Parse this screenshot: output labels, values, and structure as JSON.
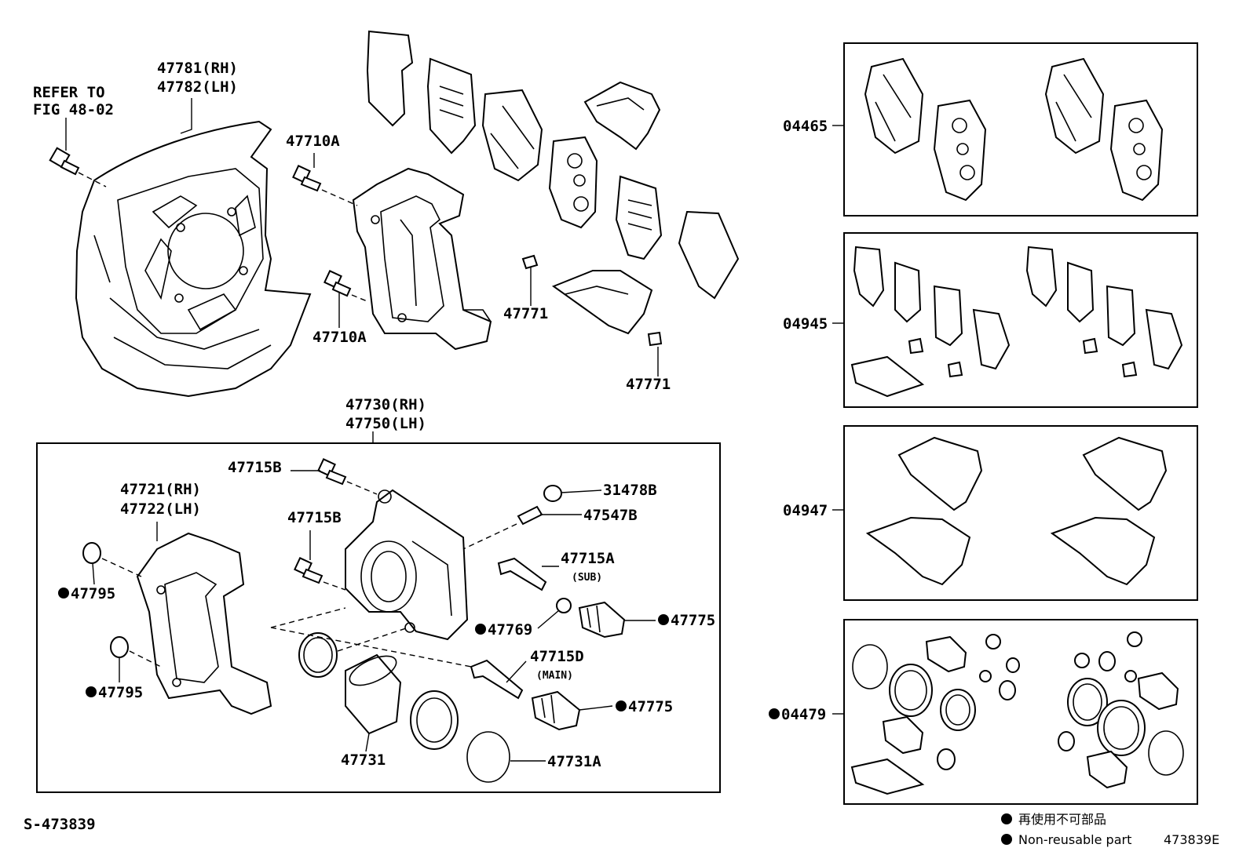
{
  "diagram": {
    "page_ref": "S-473839",
    "figure_ref": "473839E",
    "labels": {
      "refer_line1": "REFER TO",
      "refer_line2": "FIG 48-02",
      "shield_rh": "47781(RH)",
      "shield_lh": "47782(LH)",
      "bolt_upper": "47710A",
      "bolt_lower": "47710A",
      "clip_a": "47771",
      "clip_b": "47771",
      "caliper_rh": "47730(RH)",
      "caliper_lh": "47750(LH)",
      "bolt_15b_top": "47715B",
      "bolt_15b_mid": "47715B",
      "mount_rh": "47721(RH)",
      "mount_lh": "47722(LH)",
      "washer_top": "47795",
      "washer_bottom": "47795",
      "cap_31478b": "31478B",
      "bleeder": "47547B",
      "pin_sub": "47715A",
      "pin_sub_note": "(SUB)",
      "bush_47769": "47769",
      "boot_top": "47775",
      "pin_main": "47715D",
      "pin_main_note": "(MAIN)",
      "boot_bottom": "47775",
      "piston": "47731",
      "seal_47731a": "47731A",
      "kit_pads": "04465",
      "kit_shims": "04945",
      "kit_clips": "04947",
      "kit_seals": "04479"
    },
    "legend": {
      "jp": "再使用不可部品",
      "en": "Non-reusable part"
    }
  }
}
